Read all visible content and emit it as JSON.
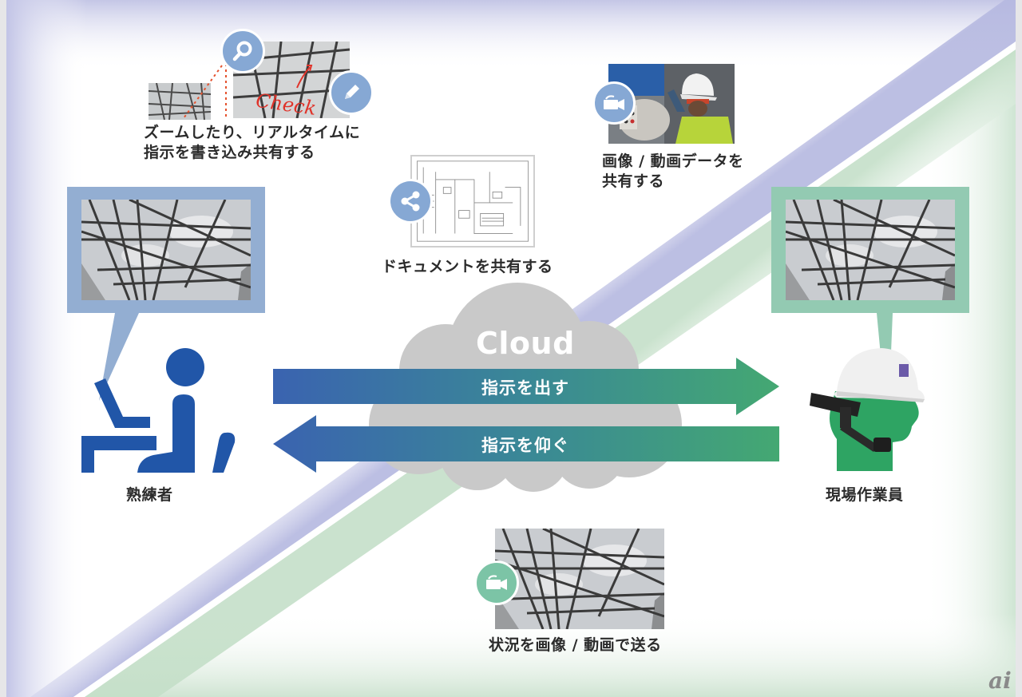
{
  "diagram": {
    "cloud_label": "Cloud",
    "arrows": {
      "send_instructions": "指示を出す",
      "request_instructions": "指示を仰ぐ"
    },
    "actors": {
      "expert": "熟練者",
      "field_worker": "現場作業員"
    },
    "features": {
      "zoom_annotate": {
        "line1": "ズームしたり、リアルタイムに",
        "line2": "指示を書き込み共有する",
        "annotation_text": "Check"
      },
      "share_document": "ドキュメントを共有する",
      "share_media": {
        "line1": "画像 / 動画データを",
        "line2": "共有する"
      },
      "send_status": "状況を画像 / 動画で送る"
    },
    "watermark": "ai",
    "colors": {
      "expert_blue": "#2156a8",
      "bubble_blue": "#93aed2",
      "worker_green": "#2ea463",
      "bubble_green": "#93cab2",
      "icon_blue": "#86a8d4",
      "icon_green": "#7cc4a6",
      "cloud_gray": "#c9c9c9",
      "arrow_start": "#3a63b0",
      "arrow_end": "#44a872"
    }
  }
}
